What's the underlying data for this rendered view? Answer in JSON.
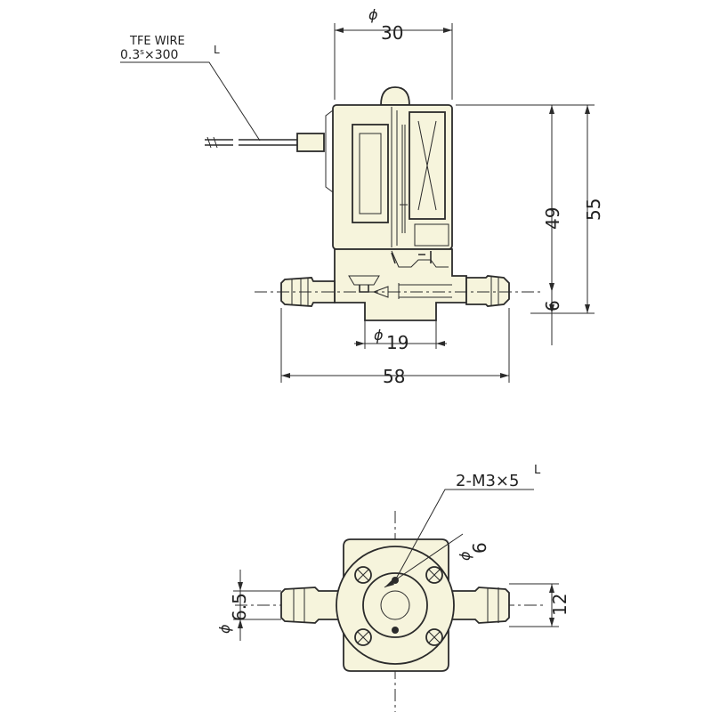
{
  "side_view": {
    "wire_label_line1": "TFE WIRE",
    "wire_label_line2": "0.3",
    "wire_label_sup1": "s",
    "wire_label_times": "×300",
    "wire_label_sup2": "L",
    "dia_symbol": "ϕ",
    "dim_body_diameter": "30",
    "dim_height_total": "55",
    "dim_height_coil": "49",
    "dim_port_offset": "6",
    "dim_base_diameter": "19",
    "dim_length": "58"
  },
  "bottom_view": {
    "screw_callout": "2-M3×5",
    "screw_callout_sup": "L",
    "dia_symbol": "ϕ",
    "dim_port_diameter": "6",
    "dim_tube_diameter": "6.5",
    "dim_width": "12"
  }
}
